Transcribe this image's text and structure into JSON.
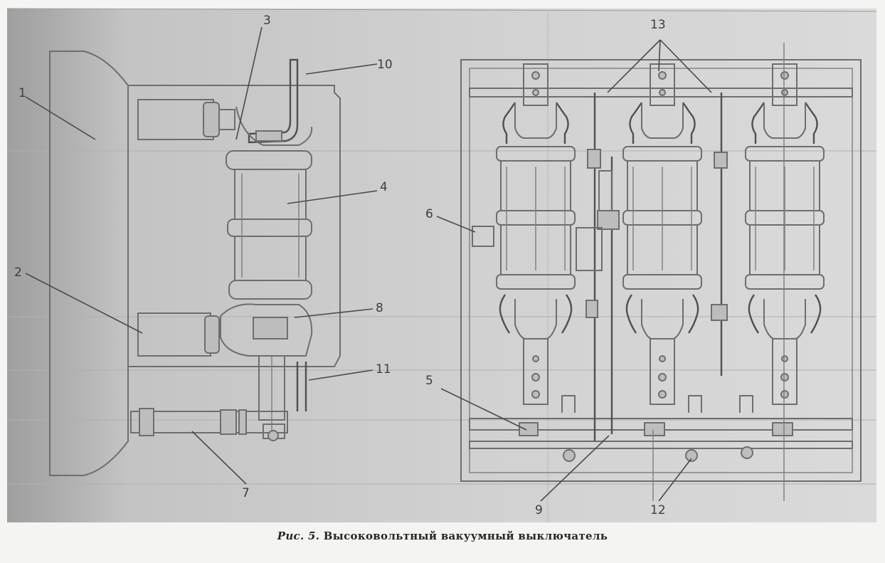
{
  "figure": {
    "caption_prefix": "Рис. 5.",
    "caption_text": "Высоковольтный вакуумный выключатель"
  },
  "callouts": {
    "c1": "1",
    "c2": "2",
    "c3": "3",
    "c4": "4",
    "c5": "5",
    "c6": "6",
    "c7": "7",
    "c8": "8",
    "c9": "9",
    "c10": "10",
    "c11": "11",
    "c12": "12",
    "c13": "13"
  },
  "colors": {
    "scan_background": "#c9c9c9",
    "paper_margin": "#f4f4f2",
    "linework": "#6e6e6e",
    "caption": "#262626"
  }
}
